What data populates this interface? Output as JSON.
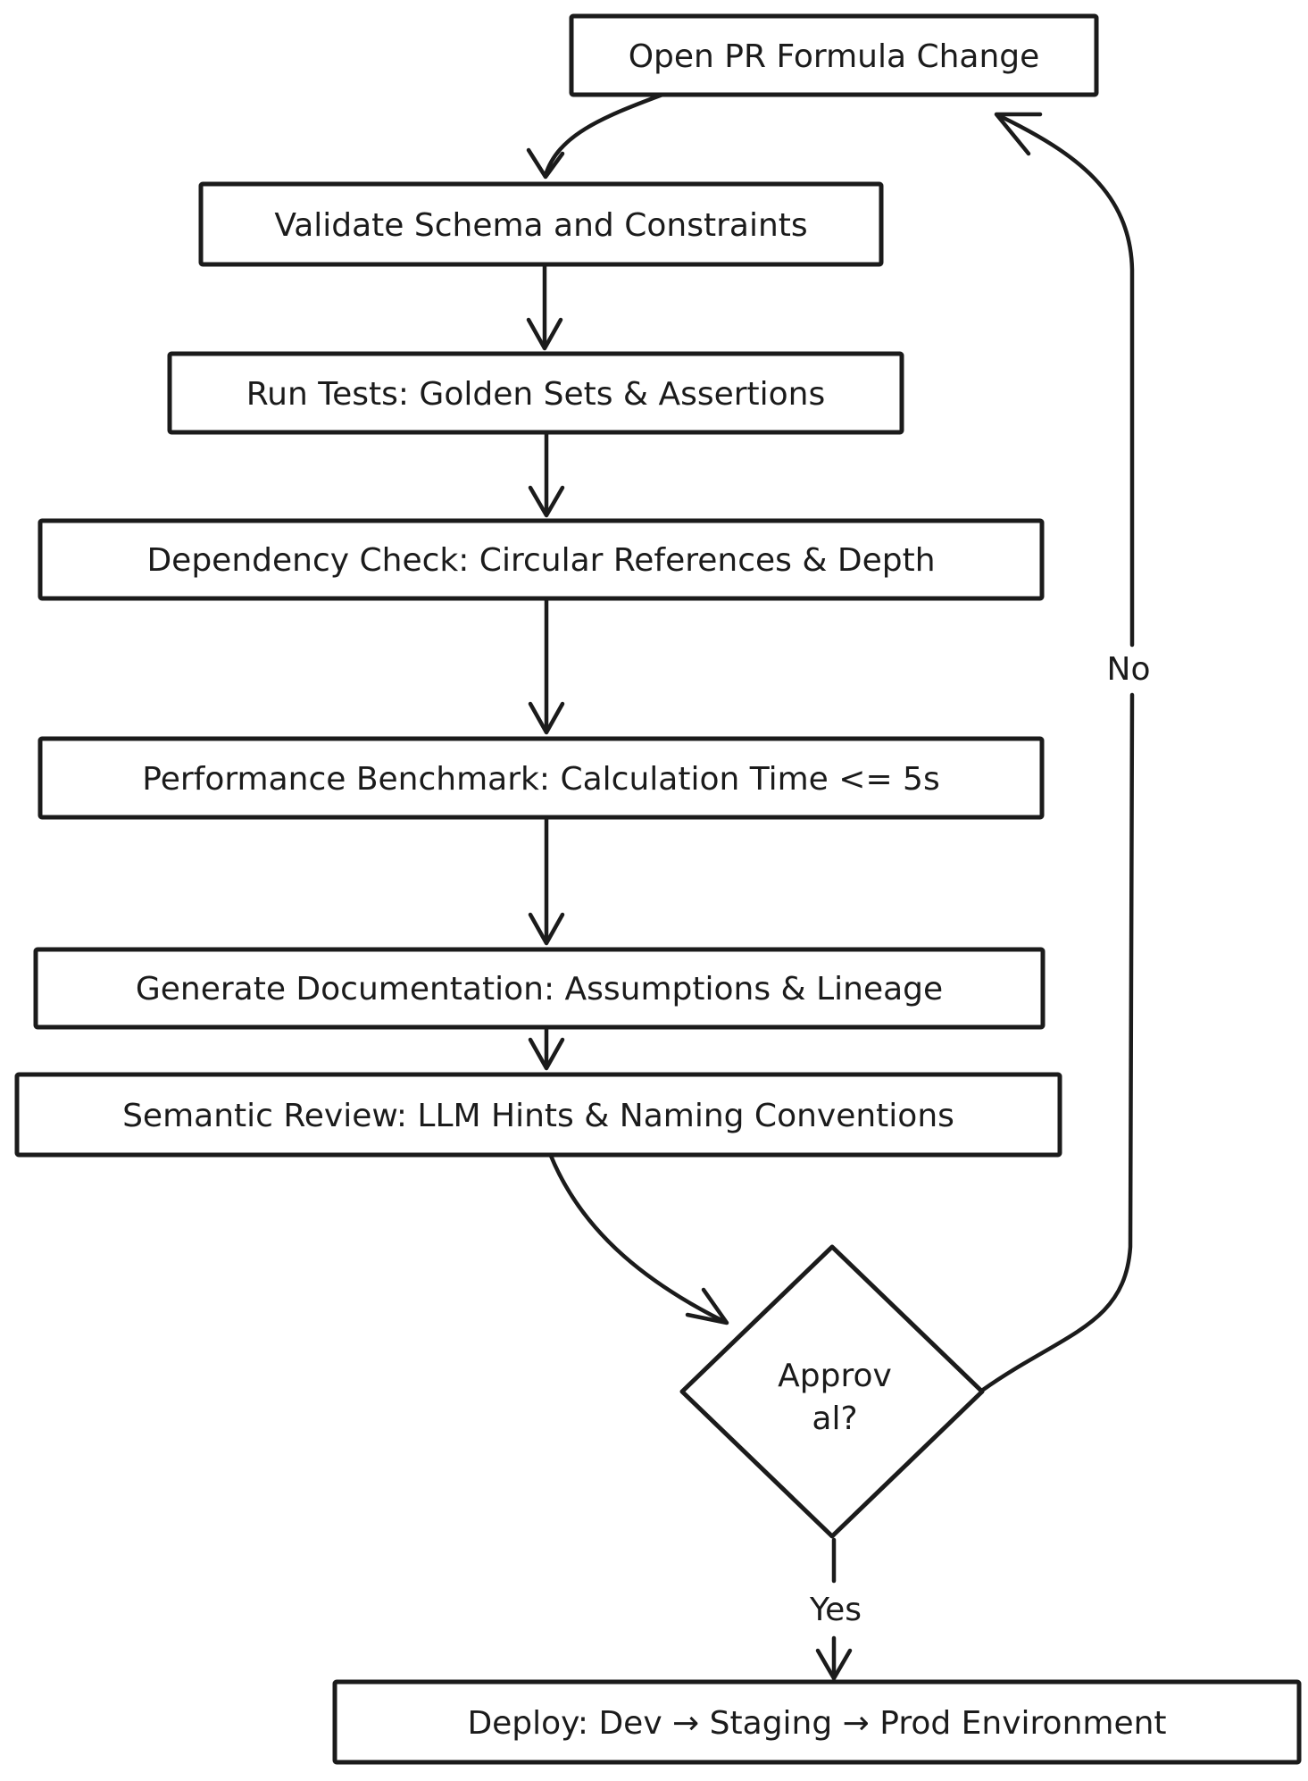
{
  "diagram": {
    "background_color": "#ffffff",
    "stroke_color": "#1b1b1b",
    "style": "hand-drawn flowchart",
    "nodes": {
      "open_pr": {
        "id": "open-pr",
        "type": "process",
        "label": "Open PR Formula Change"
      },
      "validate": {
        "id": "validate",
        "type": "process",
        "label": "Validate Schema and Constraints"
      },
      "run_tests": {
        "id": "run-tests",
        "type": "process",
        "label": "Run Tests: Golden Sets & Assertions"
      },
      "dependency": {
        "id": "dependency",
        "type": "process",
        "label": "Dependency Check: Circular References & Depth"
      },
      "performance": {
        "id": "performance",
        "type": "process",
        "label": "Performance Benchmark: Calculation Time <= 5s"
      },
      "documentation": {
        "id": "documentation",
        "type": "process",
        "label": "Generate Documentation: Assumptions & Lineage"
      },
      "semantic": {
        "id": "semantic",
        "type": "process",
        "label": "Semantic Review: LLM Hints & Naming Conventions"
      },
      "approval": {
        "id": "approval",
        "type": "decision",
        "label": "Approval?",
        "line1": "Approv",
        "line2": "al?"
      },
      "deploy": {
        "id": "deploy",
        "type": "process",
        "label": "Deploy: Dev → Staging → Prod Environment"
      }
    },
    "edges": [
      {
        "from": "open_pr",
        "to": "validate",
        "label": ""
      },
      {
        "from": "validate",
        "to": "run_tests",
        "label": ""
      },
      {
        "from": "run_tests",
        "to": "dependency",
        "label": ""
      },
      {
        "from": "dependency",
        "to": "performance",
        "label": ""
      },
      {
        "from": "performance",
        "to": "documentation",
        "label": ""
      },
      {
        "from": "documentation",
        "to": "semantic",
        "label": ""
      },
      {
        "from": "semantic",
        "to": "approval",
        "label": ""
      },
      {
        "from": "approval",
        "to": "deploy",
        "label": "Yes"
      },
      {
        "from": "approval",
        "to": "open_pr",
        "label": "No"
      }
    ],
    "edge_labels": {
      "yes": "Yes",
      "no": "No"
    }
  }
}
